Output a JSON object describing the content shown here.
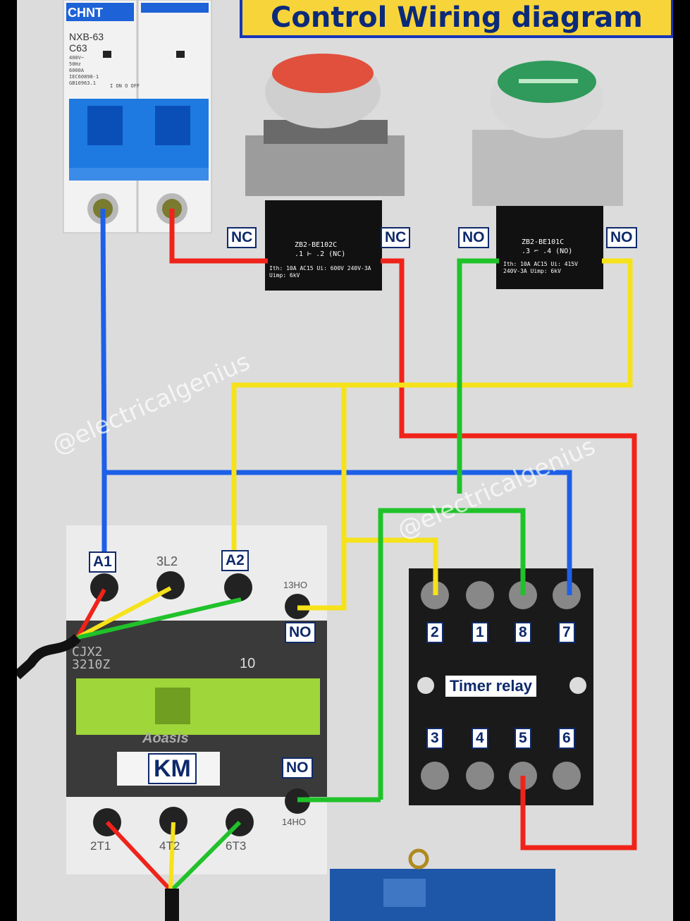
{
  "title": "Control Wiring diagram",
  "watermark": "@electricalgenius",
  "mcb": {
    "brand": "CHNT",
    "model": "NXB-63",
    "rating": "C63",
    "spec_lines": [
      "400V~",
      "50Hz",
      "6000A",
      "IEC60898-1",
      "GB10963.1"
    ],
    "on_off": "I ON  O OFF"
  },
  "stop_button": {
    "left_label": "NC",
    "right_label": "NC",
    "code": "ZB2-BE102C",
    "contact": ".1 ⊢ .2 (NC)",
    "spec": "Ith: 10A  AC15  Ui: 600V 240V-3A  Uimp: 6kV",
    "color": "#e0503c"
  },
  "start_button": {
    "left_label": "NO",
    "right_label": "NO",
    "code": "ZB2-BE101C",
    "contact": ".3 ⌐ .4 (NO)",
    "spec": "Ith: 10A  AC15  Ui: 415V 240V-3A  Uimp: 6kV",
    "color": "#2f9a5b"
  },
  "contactor": {
    "label": "KM",
    "model": "CJX2\n3210Z",
    "number": "10",
    "brand": "Aoasis",
    "terminal_A1": "A1",
    "terminal_A2": "A2",
    "terminal_3L2": "3L2",
    "terminal_13NO": "13HO",
    "terminal_14NO": "14HO",
    "no_top": "NO",
    "no_bottom": "NO",
    "t1": "2T1",
    "t2": "4T2",
    "t3": "6T3"
  },
  "timer": {
    "label": "Timer relay",
    "top_pins": [
      "2",
      "1",
      "8",
      "7"
    ],
    "bottom_pins": [
      "3",
      "4",
      "5",
      "6"
    ]
  },
  "colors": {
    "blue": "#1d5fe8",
    "red": "#f0231a",
    "yellow": "#f6e21a",
    "green": "#20c22a",
    "label_border": "#0f2a6b"
  }
}
